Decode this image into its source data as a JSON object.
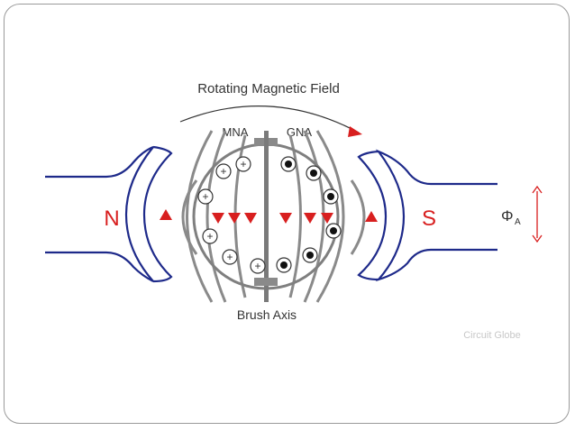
{
  "diagram": {
    "title": "Rotating Magnetic Field",
    "mna_label": "MNA",
    "gna_label": "GNA",
    "north_label": "N",
    "south_label": "S",
    "brush_label": "Brush Axis",
    "flux_symbol": "Φ",
    "flux_subscript": "A",
    "watermark": "Circuit Globe",
    "conductor_plus_symbol": "+",
    "colors": {
      "pole": "#1e2a8a",
      "field_line": "#7f7f7f",
      "arrow": "#d81f1f",
      "text": "#333333",
      "watermark": "#c8c8c8"
    }
  }
}
